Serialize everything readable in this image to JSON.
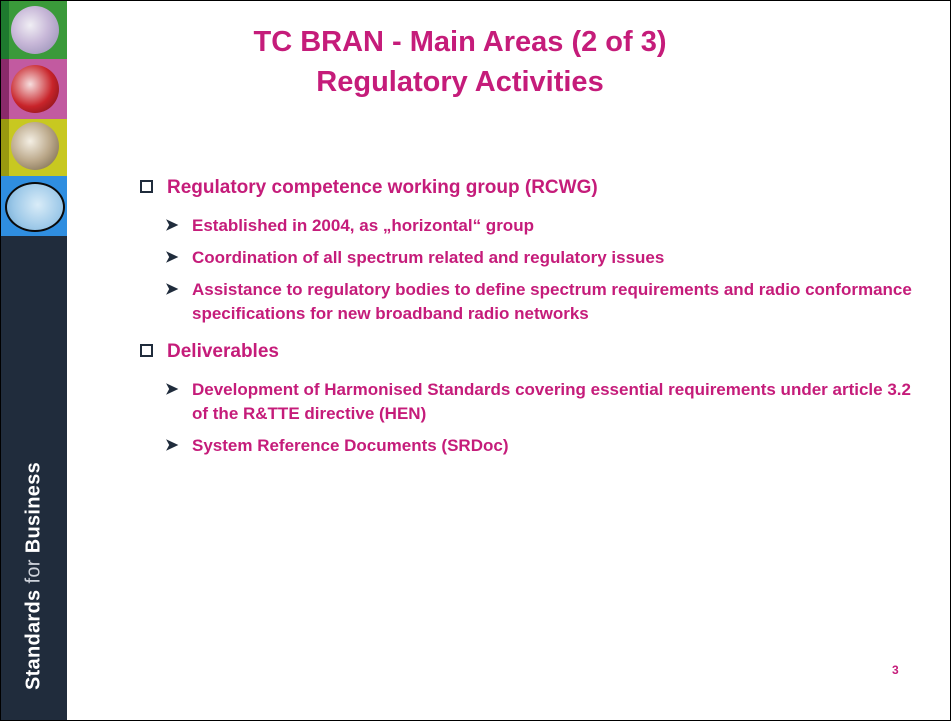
{
  "sidebar": {
    "tagline_part1": "Standards",
    "tagline_part2": "for",
    "tagline_part3": "Business"
  },
  "slide": {
    "title_line1": "TC BRAN - Main Areas (2 of 3)",
    "title_line2": "Regulatory Activities",
    "sections": [
      {
        "heading": "Regulatory competence working group (RCWG)",
        "bullets": [
          "Established in 2004, as „horizontal“ group",
          "Coordination of all spectrum related and regulatory issues",
          "Assistance to regulatory bodies to define spectrum requirements and radio conformance specifications for new broadband radio networks"
        ]
      },
      {
        "heading": "Deliverables",
        "bullets": [
          "Development of Harmonised Standards covering essential requirements under article 3.2 of the R&TTE directive (HEN)",
          "System Reference Documents (SRDoc)"
        ]
      }
    ],
    "page_number": "3"
  },
  "colors": {
    "accent": "#c51c7a",
    "sidebar": "#202c3c"
  }
}
